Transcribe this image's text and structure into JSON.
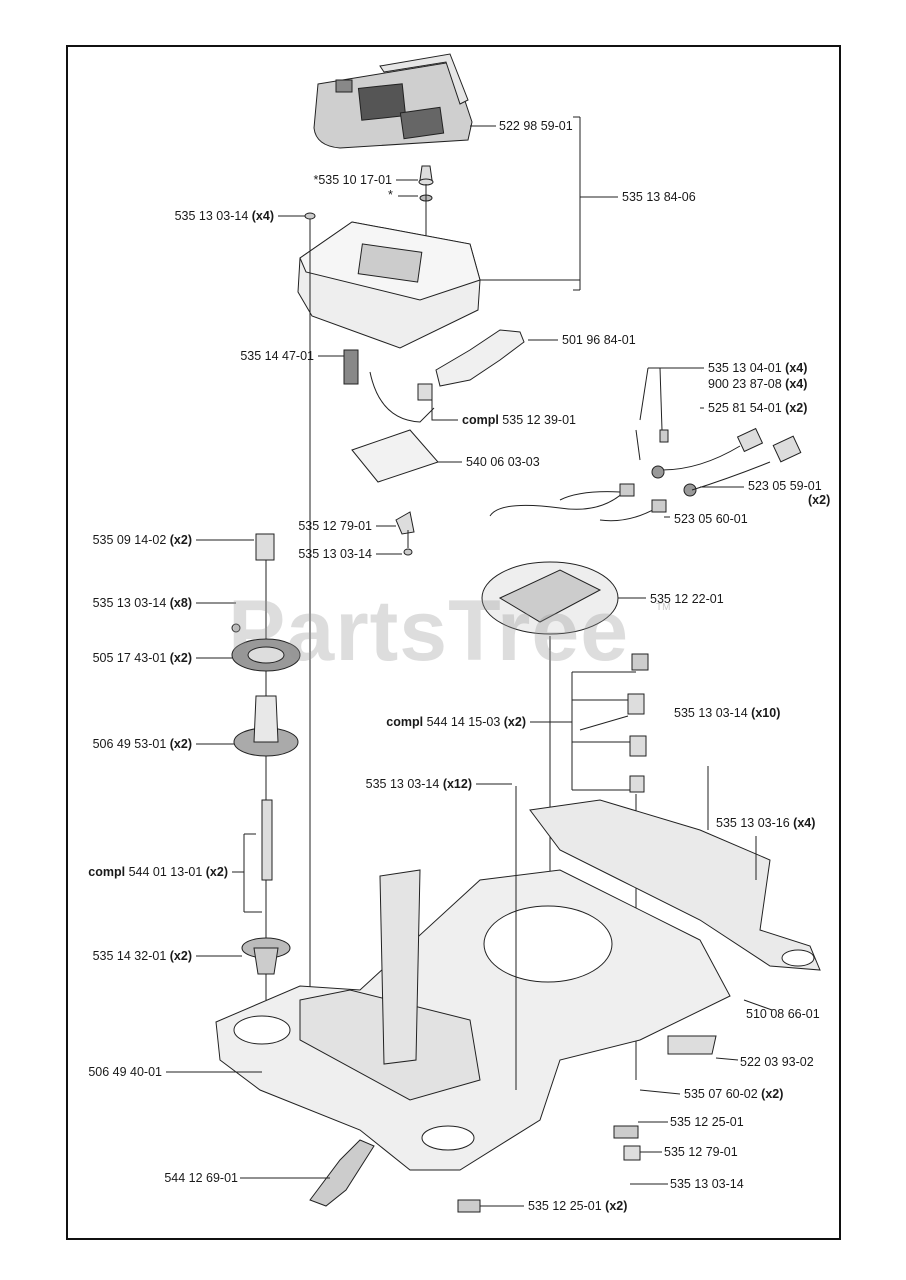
{
  "watermark": "PartsTree",
  "trademark": "TM",
  "callouts": [
    {
      "id": "c1",
      "num": "522 98 59-01",
      "qty": ""
    },
    {
      "id": "c2",
      "num": "535 13 84-06",
      "qty": ""
    },
    {
      "id": "c3",
      "num": "*535 10 17-01",
      "qty": ""
    },
    {
      "id": "c4",
      "num": "*",
      "qty": ""
    },
    {
      "id": "c5",
      "num": "535 13 03-14",
      "qty": "(x4)"
    },
    {
      "id": "c6",
      "num": "501 96 84-01",
      "qty": ""
    },
    {
      "id": "c7",
      "num": "535 14 47-01",
      "qty": ""
    },
    {
      "id": "c8",
      "num": "535 13 04-01",
      "qty": "(x4)"
    },
    {
      "id": "c9",
      "num": "900 23 87-08",
      "qty": "(x4)"
    },
    {
      "id": "c10",
      "num": "525 81 54-01",
      "qty": "(x2)"
    },
    {
      "id": "c11",
      "pre": "compl",
      "num": "535 12 39-01",
      "qty": ""
    },
    {
      "id": "c12",
      "num": "540 06 03-03",
      "qty": ""
    },
    {
      "id": "c13",
      "num": "523 05 59-01",
      "qty": "(x2)"
    },
    {
      "id": "c14",
      "num": "535 12 79-01",
      "qty": ""
    },
    {
      "id": "c15",
      "num": "523 05 60-01",
      "qty": ""
    },
    {
      "id": "c16",
      "num": "535 09 14-02",
      "qty": "(x2)"
    },
    {
      "id": "c17",
      "num": "535 13 03-14",
      "qty": ""
    },
    {
      "id": "c18",
      "num": "535 12 22-01",
      "qty": ""
    },
    {
      "id": "c19",
      "num": "535 13 03-14",
      "qty": "(x8)"
    },
    {
      "id": "c20",
      "num": "505 17 43-01",
      "qty": "(x2)"
    },
    {
      "id": "c21",
      "pre": "compl",
      "num": "544 14 15-03",
      "qty": "(x2)"
    },
    {
      "id": "c22",
      "num": "535 13 03-14",
      "qty": "(x10)"
    },
    {
      "id": "c23",
      "num": "506 49 53-01",
      "qty": "(x2)"
    },
    {
      "id": "c24",
      "num": "535 13 03-14",
      "qty": "(x12)"
    },
    {
      "id": "c25",
      "num": "535 13 03-16",
      "qty": "(x4)"
    },
    {
      "id": "c26",
      "pre": "compl",
      "num": "544 01 13-01",
      "qty": "(x2)"
    },
    {
      "id": "c27",
      "num": "535 14 32-01",
      "qty": "(x2)"
    },
    {
      "id": "c28",
      "num": "510 08 66-01",
      "qty": ""
    },
    {
      "id": "c29",
      "num": "522 03 93-02",
      "qty": ""
    },
    {
      "id": "c30",
      "num": "506 49 40-01",
      "qty": ""
    },
    {
      "id": "c31",
      "num": "535 07 60-02",
      "qty": "(x2)"
    },
    {
      "id": "c32",
      "num": "535 12 25-01",
      "qty": ""
    },
    {
      "id": "c33",
      "num": "535 12 79-01",
      "qty": ""
    },
    {
      "id": "c34",
      "num": "544 12 69-01",
      "qty": ""
    },
    {
      "id": "c35",
      "num": "535 13 03-14",
      "qty": ""
    },
    {
      "id": "c36",
      "num": "535 12 25-01",
      "qty": "(x2)"
    }
  ]
}
